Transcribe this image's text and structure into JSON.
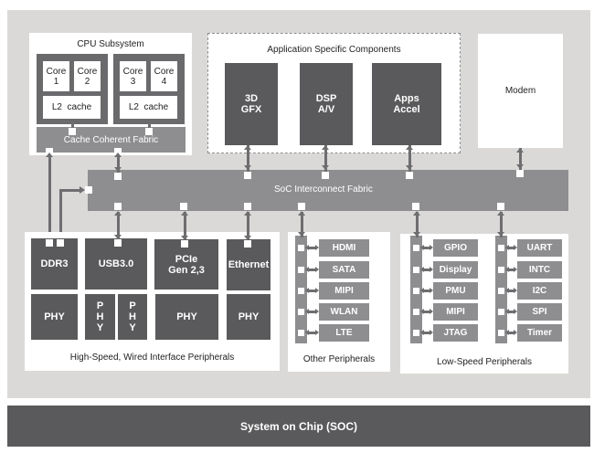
{
  "cpu_subsystem": {
    "title": "CPU Subsystem",
    "clusters": [
      {
        "cores": [
          "Core\n1",
          "Core\n2"
        ],
        "cache": "L2  cache"
      },
      {
        "cores": [
          "Core\n3",
          "Core\n4"
        ],
        "cache": "L2  cache"
      }
    ],
    "fabric": "Cache Coherent Fabric"
  },
  "app_specific": {
    "title": "Application Specific Components",
    "blocks": [
      "3D\nGFX",
      "DSP\nA/V",
      "Apps\nAccel"
    ]
  },
  "modem": {
    "label": "Modem"
  },
  "interconnect": {
    "label": "SoC Interconnect Fabric"
  },
  "high_speed": {
    "title": "High-Speed, Wired Interface Peripherals",
    "controllers": [
      "DDR3",
      "USB3.0",
      "PCIe\nGen 2,3",
      "Ethernet"
    ],
    "phys": [
      "PHY",
      "P\nH\nY",
      "P\nH\nY",
      "PHY",
      "PHY"
    ]
  },
  "other_peripherals": {
    "title": "Other Peripherals",
    "items": [
      "HDMI",
      "SATA",
      "MIPI",
      "WLAN",
      "LTE"
    ]
  },
  "low_speed": {
    "title": "Low-Speed Peripherals",
    "left_items": [
      "GPIO",
      "Display",
      "PMU",
      "MIPI",
      "JTAG"
    ],
    "right_items": [
      "UART",
      "INTC",
      "I2C",
      "SPI",
      "Timer"
    ]
  },
  "footer": {
    "label": "System on Chip (SOC)"
  },
  "colors": {
    "background": "#dad9d7",
    "dark_block": "#5a5a5c",
    "fabric": "#8e8e91",
    "connector": "#6e6e70"
  }
}
